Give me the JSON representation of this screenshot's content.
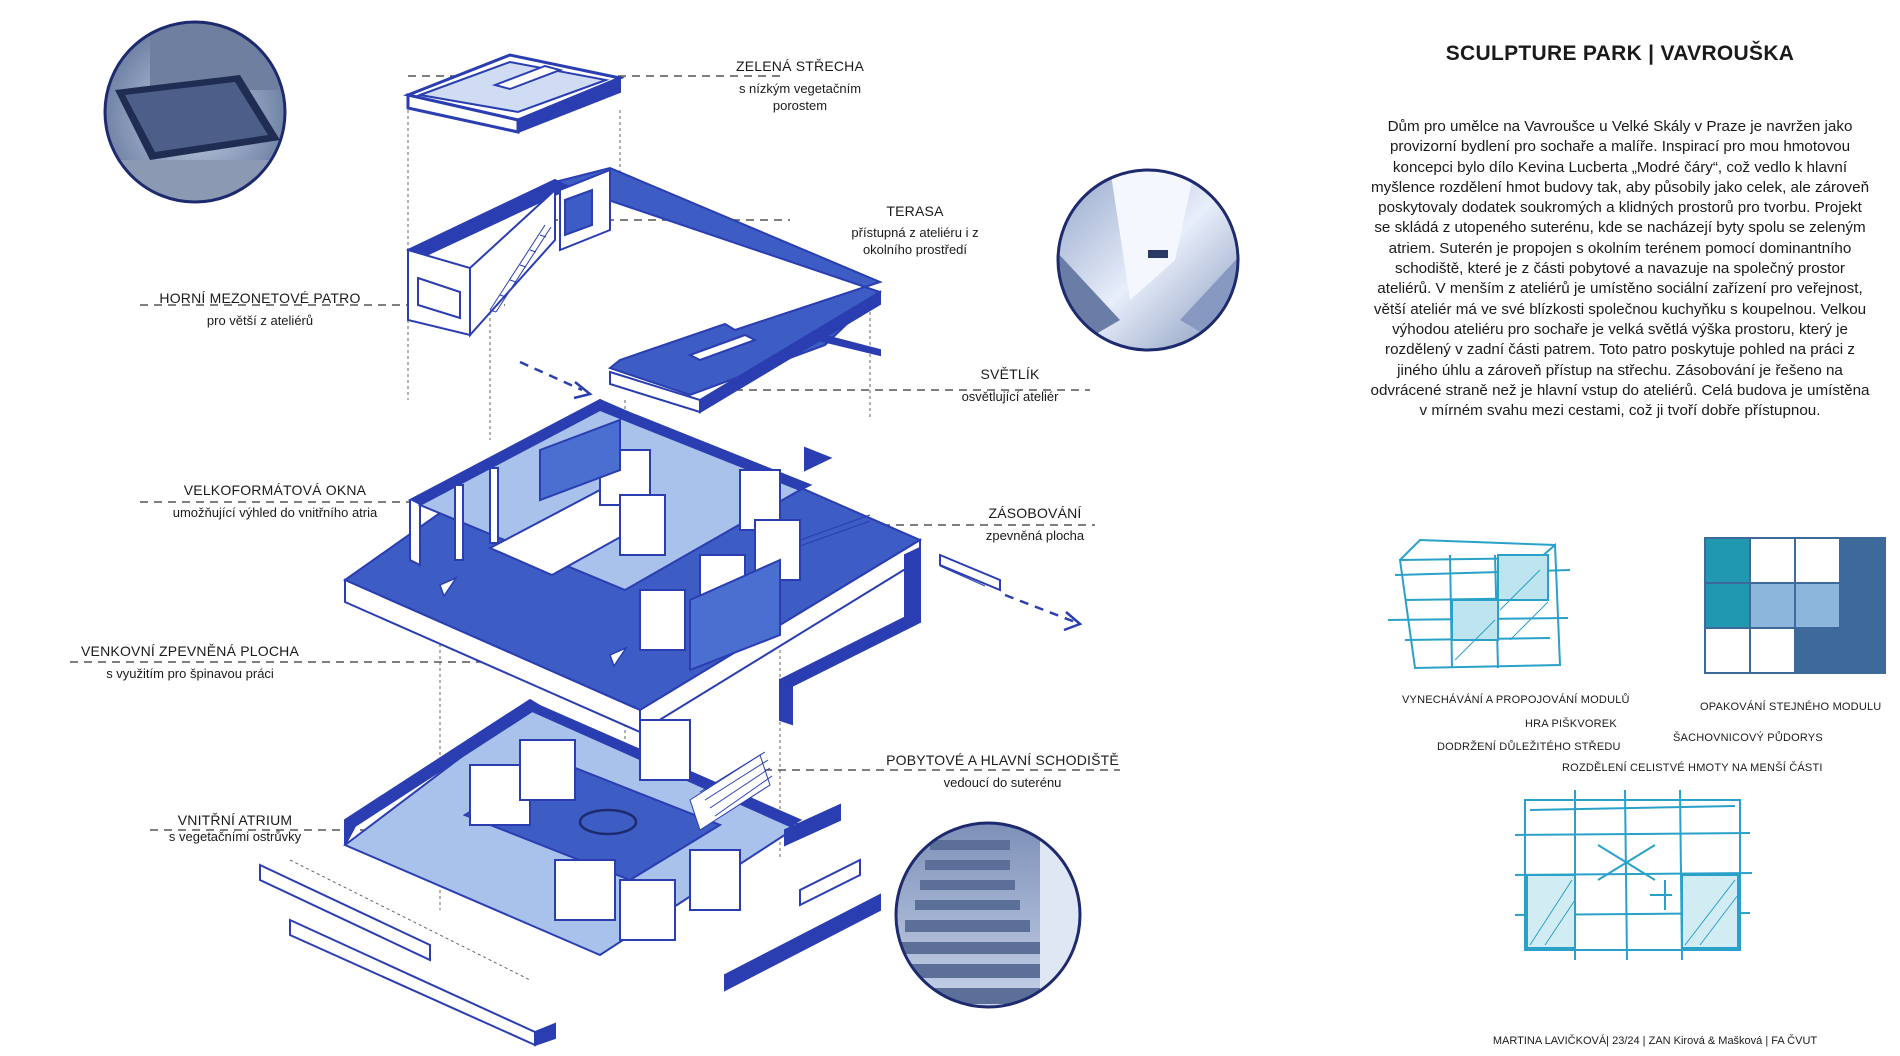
{
  "title": "SCULPTURE PARK | VAVROUŠKA",
  "description": "Dům pro umělce na Vavroušce u Velké Skály v Praze je navržen jako provizorní bydlení pro sochaře a malíře. Inspirací pro mou hmotovou koncepci bylo dílo Kevina Lucberta „Modré čáry“, což vedlo k hlavní myšlence rozdělení hmot budovy tak, aby působily jako celek, ale zároveň poskytovaly dodatek soukromých a klidných prostorů pro tvorbu. Projekt se skládá z utopeného suterénu, kde se nacházejí byty spolu se zeleným atriem. Suterén je propojen s okolním terénem pomocí dominantního schodiště, které je z části pobytové a navazuje na společný prostor ateliérů. V menším z ateliérů je umístěno sociální zařízení pro veřejnost, větší ateliér má ve své blízkosti společnou kuchyňku s koupelnou. Velkou výhodou ateliéru pro sochaře je velká světlá výška prostoru, který je rozdělený v zadní části patrem. Toto patro poskytuje pohled na práci z jiného úhlu a zároveň přístup na střechu. Zásobování je řešeno na odvrácené straně než je hlavní vstup do ateliérů. Celá budova je umístěna v mírném svahu mezi cestami, což ji tvoří dobře přístupnou.",
  "labels": {
    "green_roof": {
      "title": "ZELENÁ STŘECHA",
      "sub1": "s nízkým vegetačním",
      "sub2": "porostem"
    },
    "terrace": {
      "title": "TERASA",
      "sub1": "přístupná z ateliéru i z",
      "sub2": "okolního prostředí"
    },
    "upper_floor": {
      "title": "HORNÍ MEZONETOVÉ PATRO",
      "sub1": "pro větší z ateliérů"
    },
    "skylight": {
      "title": "SVĚTLÍK",
      "sub1": "osvětlující ateliér"
    },
    "windows": {
      "title": "VELKOFORMÁTOVÁ OKNA",
      "sub1": "umožňující výhled do vnitřního atria"
    },
    "supply": {
      "title": "ZÁSOBOVÁNÍ",
      "sub1": "zpevněná plocha"
    },
    "outdoor": {
      "title": "VENKOVNÍ ZPEVNĚNÁ PLOCHA",
      "sub1": "s využitím pro špinavou práci"
    },
    "stairs": {
      "title": "POBYTOVÉ A HLAVNÍ SCHODIŠTĚ",
      "sub1": "vedoucí do suterénu"
    },
    "atrium": {
      "title": "VNITŘNÍ ATRIUM",
      "sub1": "s vegetačními ostrůvky"
    }
  },
  "concepts": {
    "c1": "VYNECHÁVÁNÍ A PROPOJOVÁNÍ MODULŮ",
    "c2": "HRA PIŠKVOREK",
    "c3": "DODRŽENÍ DŮLEŽITÉHO STŘEDU",
    "c4": "OPAKOVÁNÍ STEJNÉHO MODULU",
    "c5": "ŠACHOVNICOVÝ PŮDORYS",
    "c6": "ROZDĚLENÍ CELISTVÉ HMOTY NA MENŠÍ ČÁSTI"
  },
  "footer": "MARTINA LAVIČKOVÁ| 23/24 | ZAN Kirová & Mašková | FA ČVUT",
  "colors": {
    "accent": "#2a3eb1",
    "fill_dark": "#3d5cc4",
    "fill_light": "#a9c2ec",
    "sketch": "#2aa1c9",
    "grid_dark": "#3d6a9a",
    "grid_teal": "#1f98b0",
    "grid_light": "#8db6dc"
  }
}
